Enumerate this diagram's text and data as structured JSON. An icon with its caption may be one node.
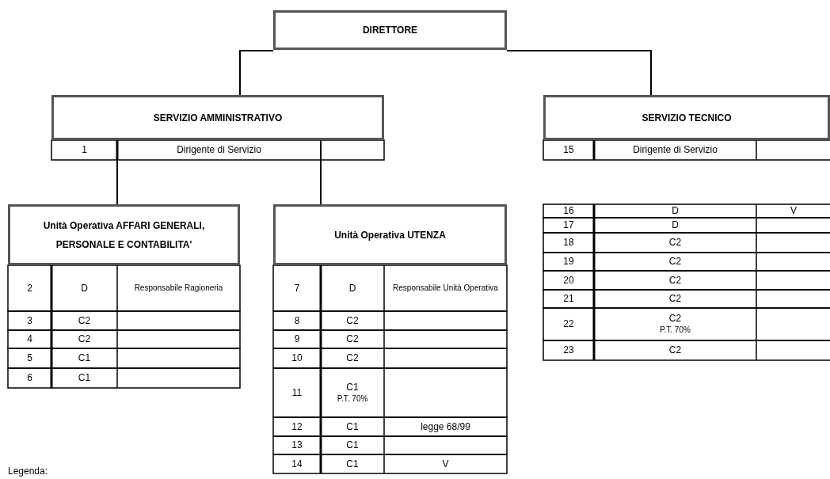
{
  "diagram": {
    "nodes": [
      {
        "text": [
          "DIRETTORE"
        ]
      },
      {
        "text": [
          "SERVIZIO AMMINISTRATIVO"
        ]
      },
      {
        "text": [
          "SERVIZIO TECNICO"
        ]
      },
      {
        "text": [
          "Unità Operativa AFFARI GENERALI, PERSONALE E CONTABILITA'"
        ]
      },
      {
        "text": [
          "Unità Operativa UTENZA"
        ]
      }
    ],
    "edges": [
      {
        "from": 0,
        "to": 1,
        "arrow": "none"
      },
      {
        "from": 0,
        "to": 2,
        "arrow": "none"
      },
      {
        "from": 1,
        "to": 3,
        "arrow": "none"
      },
      {
        "from": 1,
        "to": 4,
        "arrow": "none"
      }
    ],
    "labels": [
      "1",
      "Dirigente di Servizio",
      "15",
      "Dirigente di Servizio",
      "2",
      "D",
      "Responsabile Ragioneria",
      "3",
      "C2",
      "4",
      "C2",
      "5",
      "C1",
      "6",
      "C1",
      "7",
      "D",
      "Responsabile Unità Operativa",
      "8",
      "C2",
      "9",
      "C2",
      "10",
      "C2",
      "11",
      "C1",
      "P.T. 70%",
      "12",
      "C1",
      "legge 68/99",
      "13",
      "C1",
      "14",
      "C1",
      "V",
      "16",
      "D",
      "V",
      "17",
      "D",
      "18",
      "C2",
      "19",
      "C2",
      "20",
      "C2",
      "21",
      "C2",
      "22",
      "C2",
      "P.T. 70%",
      "23",
      "C2",
      "Legenda:"
    ]
  }
}
